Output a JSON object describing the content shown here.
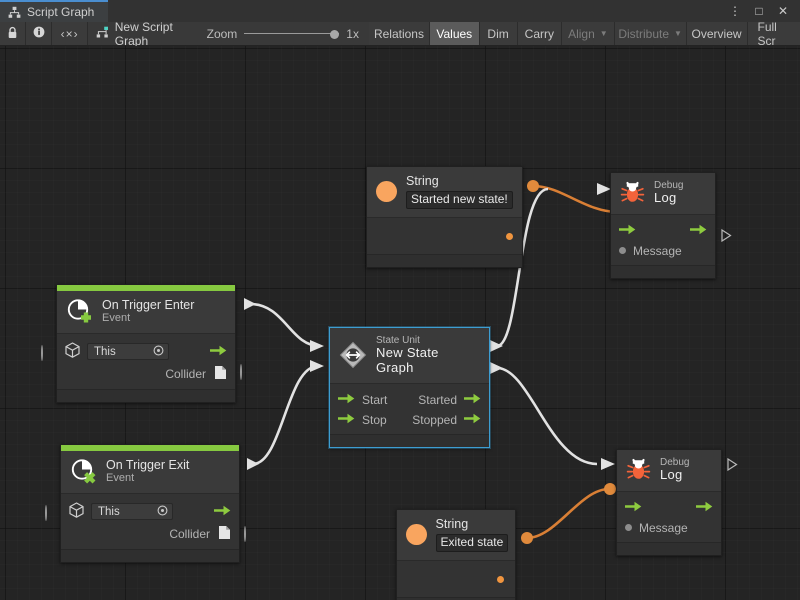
{
  "window": {
    "tab_label": "Script Graph",
    "tab_icon": "node-graph-icon",
    "controls": [
      {
        "name": "more-options-icon",
        "glyph": "⋮"
      },
      {
        "name": "maximize-icon",
        "glyph": "□"
      },
      {
        "name": "close-icon",
        "glyph": "✕"
      }
    ]
  },
  "toolbar": {
    "lock_icon": "lock-icon",
    "info_icon": "info-icon",
    "code_icon": "code-brackets-icon",
    "code_label": "‹×›",
    "graph_name": "New Script Graph",
    "graph_icon": "script-graph-icon",
    "zoom_label": "Zoom",
    "zoom_value": "1x",
    "buttons": [
      {
        "label": "Relations",
        "state": "normal",
        "caret": false
      },
      {
        "label": "Values",
        "state": "active",
        "caret": false
      },
      {
        "label": "Dim",
        "state": "normal",
        "caret": false
      },
      {
        "label": "Carry",
        "state": "normal",
        "caret": false
      },
      {
        "label": "Align",
        "state": "disabled",
        "caret": true
      },
      {
        "label": "Distribute",
        "state": "disabled",
        "caret": true
      },
      {
        "label": "Overview",
        "state": "normal",
        "caret": false
      },
      {
        "label": "Full Scr",
        "state": "normal",
        "caret": false
      }
    ]
  },
  "graph": {
    "nodes": {
      "string_top": {
        "icon": "string-value-icon",
        "title": "String",
        "value": "Started new state!"
      },
      "debug_top": {
        "icon": "bug-icon",
        "title_small": "Debug",
        "title_big": "Log",
        "message_label": "Message"
      },
      "trigger_enter": {
        "icon": "on-trigger-enter-icon",
        "title": "On Trigger Enter",
        "subtitle": "Event",
        "target_icon": "gameobject-cube-icon",
        "target_value": "This",
        "collider_label": "Collider",
        "collider_icon": "collider-file-icon"
      },
      "trigger_exit": {
        "icon": "on-trigger-exit-icon",
        "title": "On Trigger Exit",
        "subtitle": "Event",
        "target_icon": "gameobject-cube-icon",
        "target_value": "This",
        "collider_label": "Collider",
        "collider_icon": "collider-file-icon"
      },
      "state_unit": {
        "icon": "state-unit-icon",
        "title_small": "State Unit",
        "title_big": "New  State  Graph",
        "in_start": "Start",
        "in_stop": "Stop",
        "out_started": "Started",
        "out_stopped": "Stopped",
        "selected": true
      },
      "string_bottom": {
        "icon": "string-value-icon",
        "title": "String",
        "value": "Exited state"
      },
      "debug_bottom": {
        "icon": "bug-icon",
        "title_small": "Debug",
        "title_big": "Log",
        "message_label": "Message"
      }
    },
    "colors": {
      "accent_green": "#86c940",
      "value_orange": "#f0953f",
      "flow_white": "#d8d8d8",
      "selection_blue": "#3d9dd1",
      "canvas_bg": "#242424",
      "node_bg": "#3a3a3a"
    }
  }
}
